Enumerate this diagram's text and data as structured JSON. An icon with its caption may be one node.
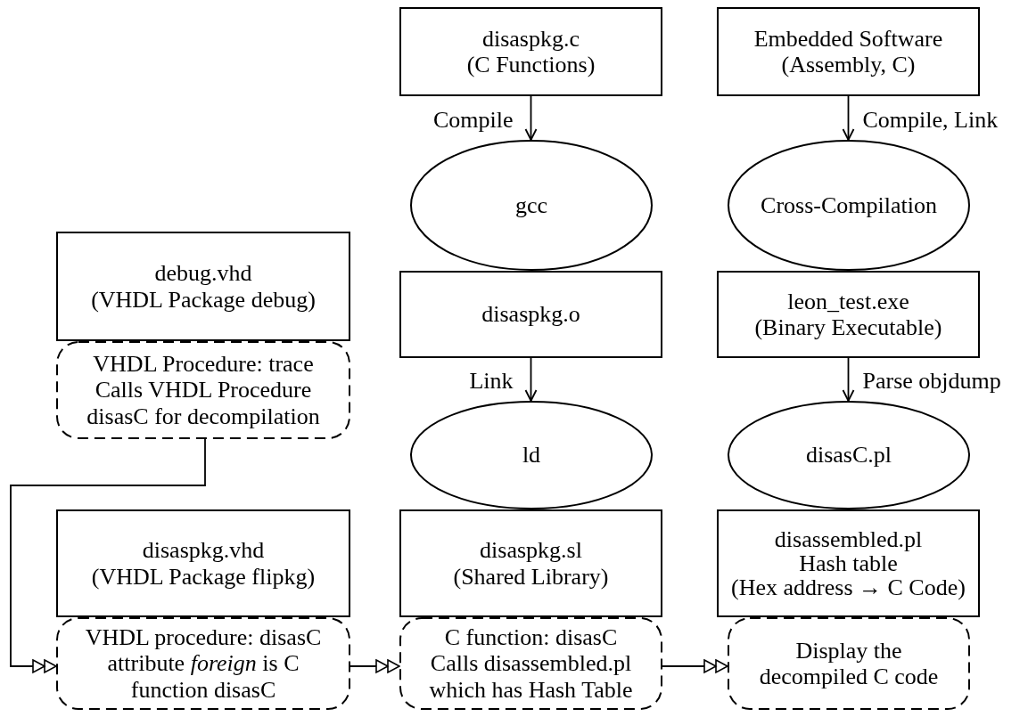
{
  "diagram": {
    "nodes": [
      {
        "text": [
          "disaspkg.c",
          "(C Functions)"
        ]
      },
      {
        "text": [
          "Embedded Software",
          "(Assembly, C)"
        ]
      },
      {
        "text": [
          "gcc"
        ]
      },
      {
        "text": [
          "Cross-Compilation"
        ]
      },
      {
        "text": [
          "debug.vhd",
          "(VHDL Package debug)"
        ]
      },
      {
        "text": [
          "VHDL Procedure: trace",
          "Calls VHDL Procedure disasC for decompilation"
        ]
      },
      {
        "text": [
          "disaspkg.o"
        ]
      },
      {
        "text": [
          "leon_test.exe",
          "(Binary Executable)"
        ]
      },
      {
        "text": [
          "ld"
        ]
      },
      {
        "text": [
          "disasC.pl"
        ]
      },
      {
        "text": [
          "disaspkg.vhd",
          "(VHDL Package flipkg)"
        ]
      },
      {
        "text": [
          "VHDL procedure: disasC",
          "attribute *foreign* is C function disasC"
        ]
      },
      {
        "text": [
          "disaspkg.sl",
          "(Shared Library)"
        ]
      },
      {
        "text": [
          "C function: disasC",
          "Calls disassembled.pl which has Hash Table"
        ]
      },
      {
        "text": [
          "disassembled.pl",
          "Hash table",
          "(Hex address → C Code)"
        ]
      },
      {
        "text": [
          "Display the decompiled C code"
        ]
      }
    ],
    "edges": [
      {
        "from": 0,
        "to": 2,
        "arrow": "to",
        "label": "Compile"
      },
      {
        "from": 1,
        "to": 3,
        "arrow": "to",
        "label": "Compile, Link"
      },
      {
        "from": 6,
        "to": 8,
        "arrow": "to",
        "label": "Link"
      },
      {
        "from": 7,
        "to": 9,
        "arrow": "to",
        "label": "Parse objdump"
      },
      {
        "from": 5,
        "to": 11,
        "arrow": "to"
      },
      {
        "from": 11,
        "to": 13,
        "arrow": "to"
      },
      {
        "from": 13,
        "to": 15,
        "arrow": "to"
      }
    ]
  }
}
